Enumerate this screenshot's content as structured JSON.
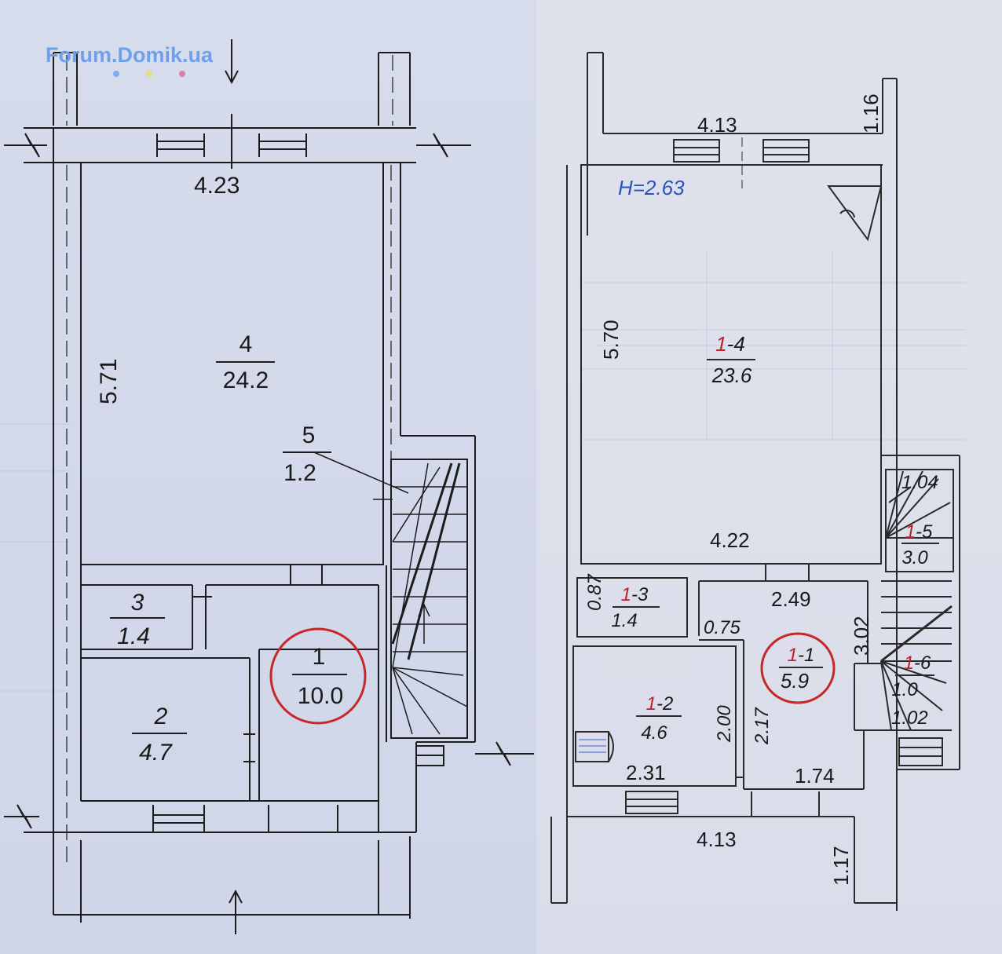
{
  "watermark": "Forum.Domik.ua",
  "accent_color": "#c62828",
  "left_plan": {
    "rooms": [
      {
        "number": "4",
        "area": "24.2"
      },
      {
        "number": "5",
        "area": "1.2"
      },
      {
        "number": "3",
        "area": "1.4"
      },
      {
        "number": "1",
        "area": "10.0"
      },
      {
        "number": "2",
        "area": "4.7"
      }
    ],
    "dims": {
      "top_width": "4.23",
      "height": "5.71"
    }
  },
  "right_plan": {
    "ceiling_height": "H=2.63",
    "room_prefix": "1",
    "rooms": [
      {
        "number": "-4",
        "area": "23.6"
      },
      {
        "number": "-5",
        "area": "3.0"
      },
      {
        "number": "-3",
        "area": "1.4"
      },
      {
        "number": "-1",
        "area": "5.9"
      },
      {
        "number": "-2",
        "area": "4.6"
      },
      {
        "number": "-6",
        "area": "1.0"
      }
    ],
    "dims": {
      "top_width": "4.13",
      "top_right": "1.16",
      "height": "5.70",
      "room4_bottom": "4.22",
      "stair_top": "1.04",
      "room3_height": "0.87",
      "hall_top": "2.49",
      "hall_side": "3.02",
      "door_width": "0.75",
      "room2_height": "2.00",
      "hall_left": "2.17",
      "room2_bottom": "2.31",
      "hall_bottom": "1.74",
      "stair_bottom": "1.02",
      "bottom_width": "4.13",
      "bottom_right": "1.17"
    }
  }
}
